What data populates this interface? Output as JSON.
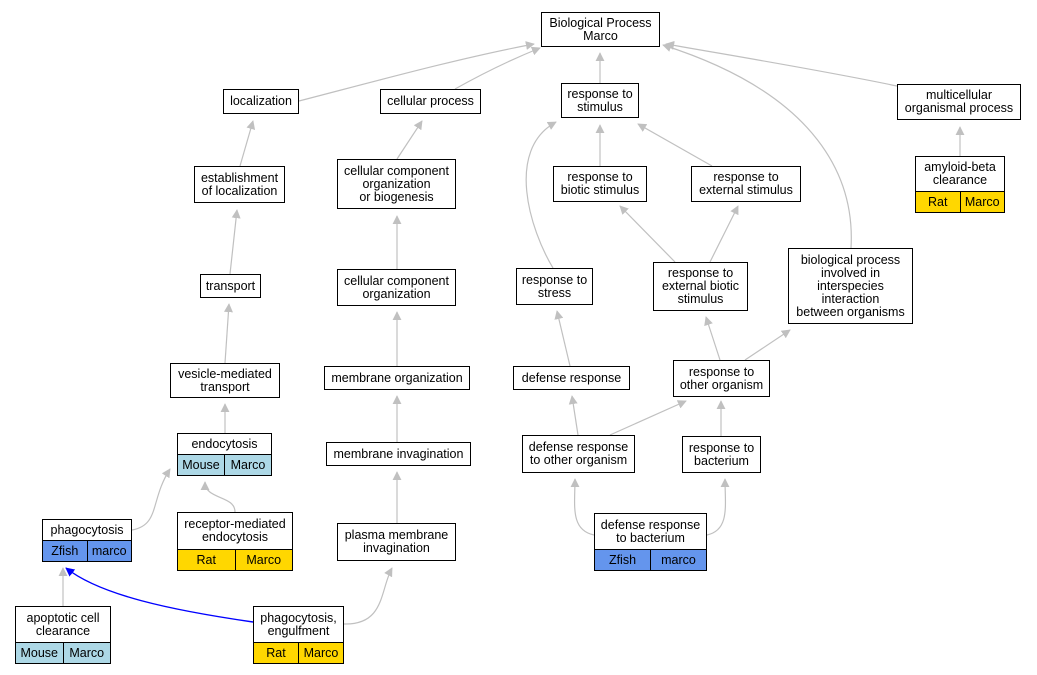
{
  "colors": {
    "edge": "#c0c0c0",
    "highlight_edge": "#0000ff",
    "Mouse": "#add8e6",
    "Zfish": "#6495ed",
    "Rat": "#ffd700"
  },
  "nodes": [
    {
      "id": "bp",
      "label": "Biological Process\nMarco",
      "tags": []
    },
    {
      "id": "localization",
      "label": "localization",
      "tags": []
    },
    {
      "id": "cellular_process",
      "label": "cellular process",
      "tags": []
    },
    {
      "id": "response_stimulus",
      "label": "response to\nstimulus",
      "tags": []
    },
    {
      "id": "multicellular",
      "label": "multicellular\norganismal process",
      "tags": []
    },
    {
      "id": "est_localization",
      "label": "establishment\nof localization",
      "tags": []
    },
    {
      "id": "ccob",
      "label": "cellular component\norganization\nor biogenesis",
      "tags": []
    },
    {
      "id": "biotic_stimulus",
      "label": "response to\nbiotic stimulus",
      "tags": []
    },
    {
      "id": "external_stimulus",
      "label": "response to\nexternal stimulus",
      "tags": []
    },
    {
      "id": "amyloid",
      "label": "amyloid-beta\nclearance",
      "tags": [
        {
          "species": "Rat",
          "gene": "Marco"
        }
      ]
    },
    {
      "id": "transport",
      "label": "transport",
      "tags": []
    },
    {
      "id": "cco",
      "label": "cellular component\norganization",
      "tags": []
    },
    {
      "id": "stress",
      "label": "response to\nstress",
      "tags": []
    },
    {
      "id": "ext_biotic",
      "label": "response to\nexternal biotic\nstimulus",
      "tags": []
    },
    {
      "id": "interspecies",
      "label": "biological process\ninvolved in\ninterspecies\ninteraction\nbetween organisms",
      "tags": []
    },
    {
      "id": "vesicle",
      "label": "vesicle-mediated\ntransport",
      "tags": []
    },
    {
      "id": "membrane_org",
      "label": "membrane organization",
      "tags": []
    },
    {
      "id": "defense",
      "label": "defense response",
      "tags": []
    },
    {
      "id": "other_organism",
      "label": "response to\nother organism",
      "tags": []
    },
    {
      "id": "endocytosis",
      "label": "endocytosis",
      "tags": [
        {
          "species": "Mouse",
          "gene": "Marco"
        }
      ]
    },
    {
      "id": "membrane_inv",
      "label": "membrane invagination",
      "tags": []
    },
    {
      "id": "defense_other",
      "label": "defense response\nto other organism",
      "tags": []
    },
    {
      "id": "bacterium",
      "label": "response to\nbacterium",
      "tags": []
    },
    {
      "id": "phagocytosis",
      "label": "phagocytosis",
      "tags": [
        {
          "species": "Zfish",
          "gene": "marco"
        }
      ]
    },
    {
      "id": "receptor_endo",
      "label": "receptor-mediated\nendocytosis",
      "tags": [
        {
          "species": "Rat",
          "gene": "Marco"
        }
      ]
    },
    {
      "id": "pm_inv",
      "label": "plasma membrane\ninvagination",
      "tags": []
    },
    {
      "id": "defense_bact",
      "label": "defense response\nto bacterium",
      "tags": [
        {
          "species": "Zfish",
          "gene": "marco"
        }
      ]
    },
    {
      "id": "apoptotic",
      "label": "apoptotic cell\nclearance",
      "tags": [
        {
          "species": "Mouse",
          "gene": "Marco"
        }
      ]
    },
    {
      "id": "engulfment",
      "label": "phagocytosis,\nengulfment",
      "tags": [
        {
          "species": "Rat",
          "gene": "Marco"
        }
      ]
    }
  ]
}
